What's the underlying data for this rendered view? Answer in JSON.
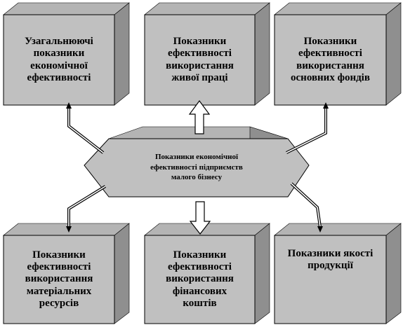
{
  "colors": {
    "box_front": "#c0c0c0",
    "box_side": "#8f8f8f",
    "box_top": "#b4b4b4",
    "arrow_fill": "#ffffff",
    "stroke": "#000000",
    "page": "#ffffff"
  },
  "center": {
    "label": "Показники економічної\nефективності підприємств\nмалого бізнесу"
  },
  "boxes": [
    {
      "id": "top-left",
      "label": "Узагальнюючі\nпоказники\nекономічної\nефективності"
    },
    {
      "id": "top-middle",
      "label": "Показники\nефективності\nвикористання\nживої праці"
    },
    {
      "id": "top-right",
      "label": "Показники\nефективності\nвикористання\nосновних фондів"
    },
    {
      "id": "bottom-left",
      "label": "Показники\nефективності\nвикористання\nматеріальних\nресурсів"
    },
    {
      "id": "bottom-middle",
      "label": "Показники\nефективності\nвикористання\nфінансових\nкоштів"
    },
    {
      "id": "bottom-right",
      "label": "Показники якості\nпродукції"
    }
  ]
}
